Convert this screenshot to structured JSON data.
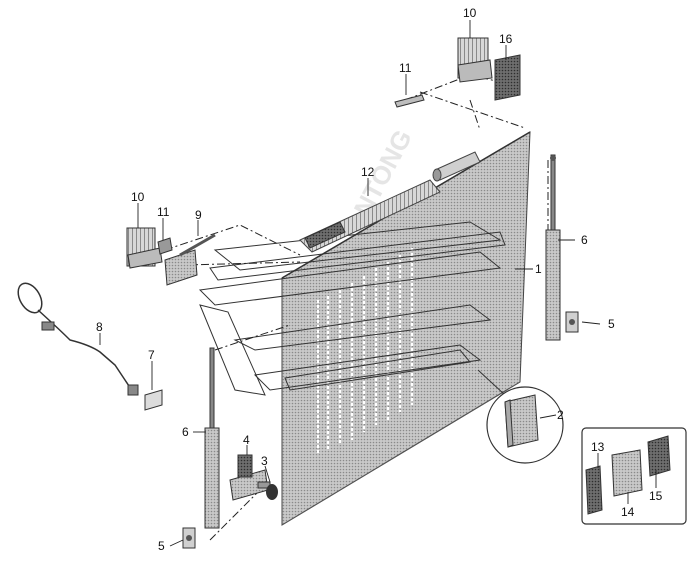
{
  "diagram": {
    "watermark": "ANTONG",
    "parts": [
      {
        "id": "p1",
        "label": "1"
      },
      {
        "id": "p2",
        "label": "2"
      },
      {
        "id": "p3",
        "label": "3"
      },
      {
        "id": "p4",
        "label": "4"
      },
      {
        "id": "p5a",
        "label": "5"
      },
      {
        "id": "p5b",
        "label": "5"
      },
      {
        "id": "p6a",
        "label": "6"
      },
      {
        "id": "p6b",
        "label": "6"
      },
      {
        "id": "p7",
        "label": "7"
      },
      {
        "id": "p8",
        "label": "8"
      },
      {
        "id": "p9",
        "label": "9"
      },
      {
        "id": "p10a",
        "label": "10"
      },
      {
        "id": "p10b",
        "label": "10"
      },
      {
        "id": "p11a",
        "label": "11"
      },
      {
        "id": "p11b",
        "label": "11"
      },
      {
        "id": "p12",
        "label": "12"
      },
      {
        "id": "p13",
        "label": "13"
      },
      {
        "id": "p14",
        "label": "14"
      },
      {
        "id": "p15",
        "label": "15"
      },
      {
        "id": "p16",
        "label": "16"
      }
    ]
  }
}
